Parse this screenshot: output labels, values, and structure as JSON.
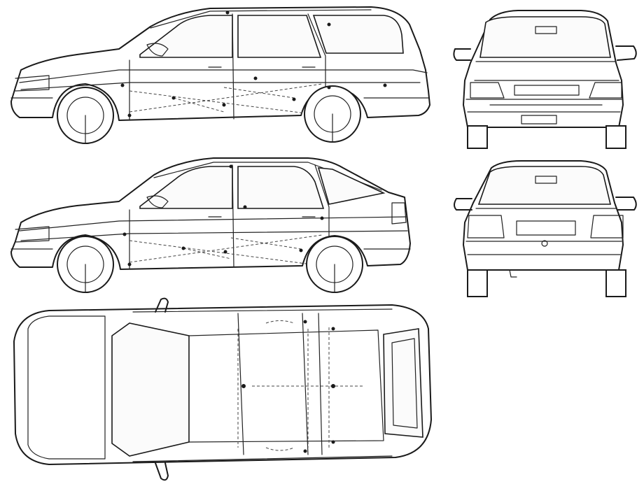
{
  "drawing": {
    "views": [
      {
        "id": "side-estate",
        "icon": "estate-car-side-view"
      },
      {
        "id": "side-hatchback",
        "icon": "hatchback-car-side-view"
      },
      {
        "id": "top",
        "icon": "car-top-view"
      },
      {
        "id": "rear-estate",
        "icon": "estate-car-rear-view"
      },
      {
        "id": "rear-hatchback",
        "icon": "hatchback-car-rear-view"
      }
    ],
    "line_color": "#1a1a1a",
    "background": "#ffffff"
  }
}
